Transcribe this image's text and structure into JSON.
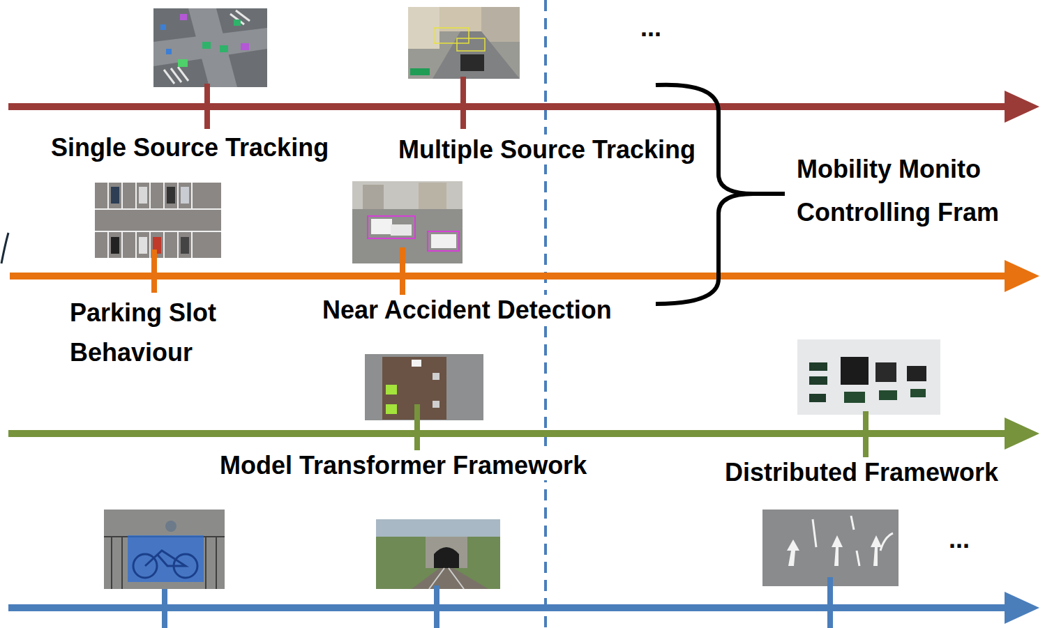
{
  "diagram": {
    "labels": [
      "Single Source Tracking",
      "Multiple Source Tracking",
      "Mobility Monito",
      "Controlling Fram",
      "Parking Slot Behaviour",
      "Near Accident Detection",
      "Model Transformer Framework",
      "Distributed Framework",
      "...",
      "..."
    ]
  }
}
